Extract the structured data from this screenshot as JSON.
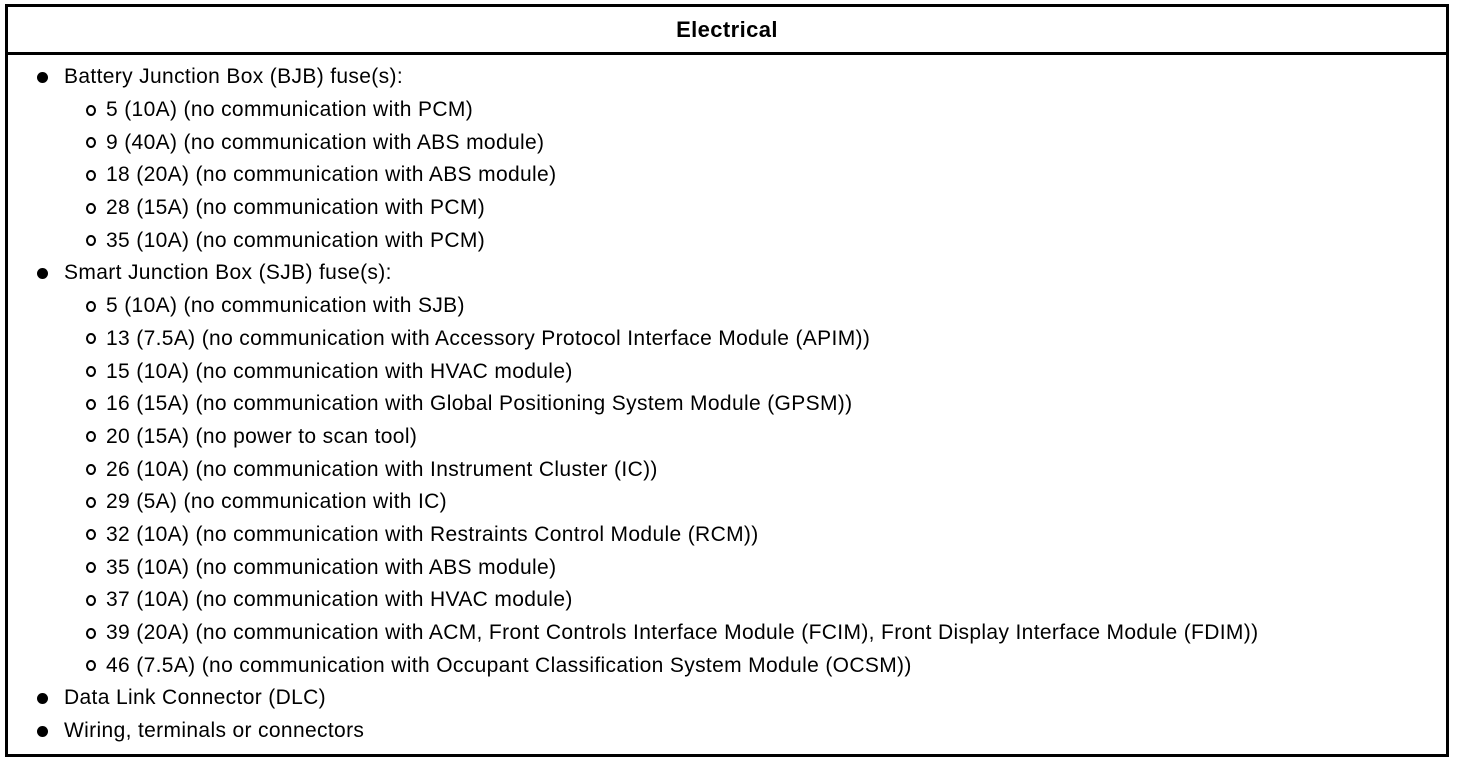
{
  "header": {
    "title": "Electrical"
  },
  "colors": {
    "border": "#000000",
    "text": "#000000",
    "background": "#ffffff"
  },
  "list": [
    {
      "label": "Battery Junction Box (BJB) fuse(s):",
      "children": [
        "5 (10A) (no communication with PCM)",
        "9 (40A) (no communication with ABS module)",
        "18 (20A) (no communication with ABS module)",
        "28 (15A) (no communication with PCM)",
        "35 (10A) (no communication with PCM)"
      ]
    },
    {
      "label": "Smart Junction Box (SJB) fuse(s):",
      "children": [
        "5 (10A) (no communication with SJB)",
        "13 (7.5A) (no communication with Accessory Protocol Interface Module (APIM))",
        "15 (10A) (no communication with HVAC module)",
        "16 (15A) (no communication with Global Positioning System Module (GPSM))",
        "20 (15A) (no power to scan tool)",
        "26 (10A) (no communication with Instrument Cluster (IC))",
        "29 (5A) (no communication with IC)",
        "32 (10A) (no communication with Restraints Control Module (RCM))",
        "35 (10A) (no communication with ABS module)",
        "37 (10A) (no communication with HVAC module)",
        "39 (20A) (no communication with ACM, Front Controls Interface Module (FCIM), Front Display Interface Module (FDIM))",
        "46 (7.5A) (no communication with Occupant Classification System Module (OCSM))"
      ]
    },
    {
      "label": "Data Link Connector (DLC)",
      "children": []
    },
    {
      "label": "Wiring, terminals or connectors",
      "children": []
    }
  ]
}
